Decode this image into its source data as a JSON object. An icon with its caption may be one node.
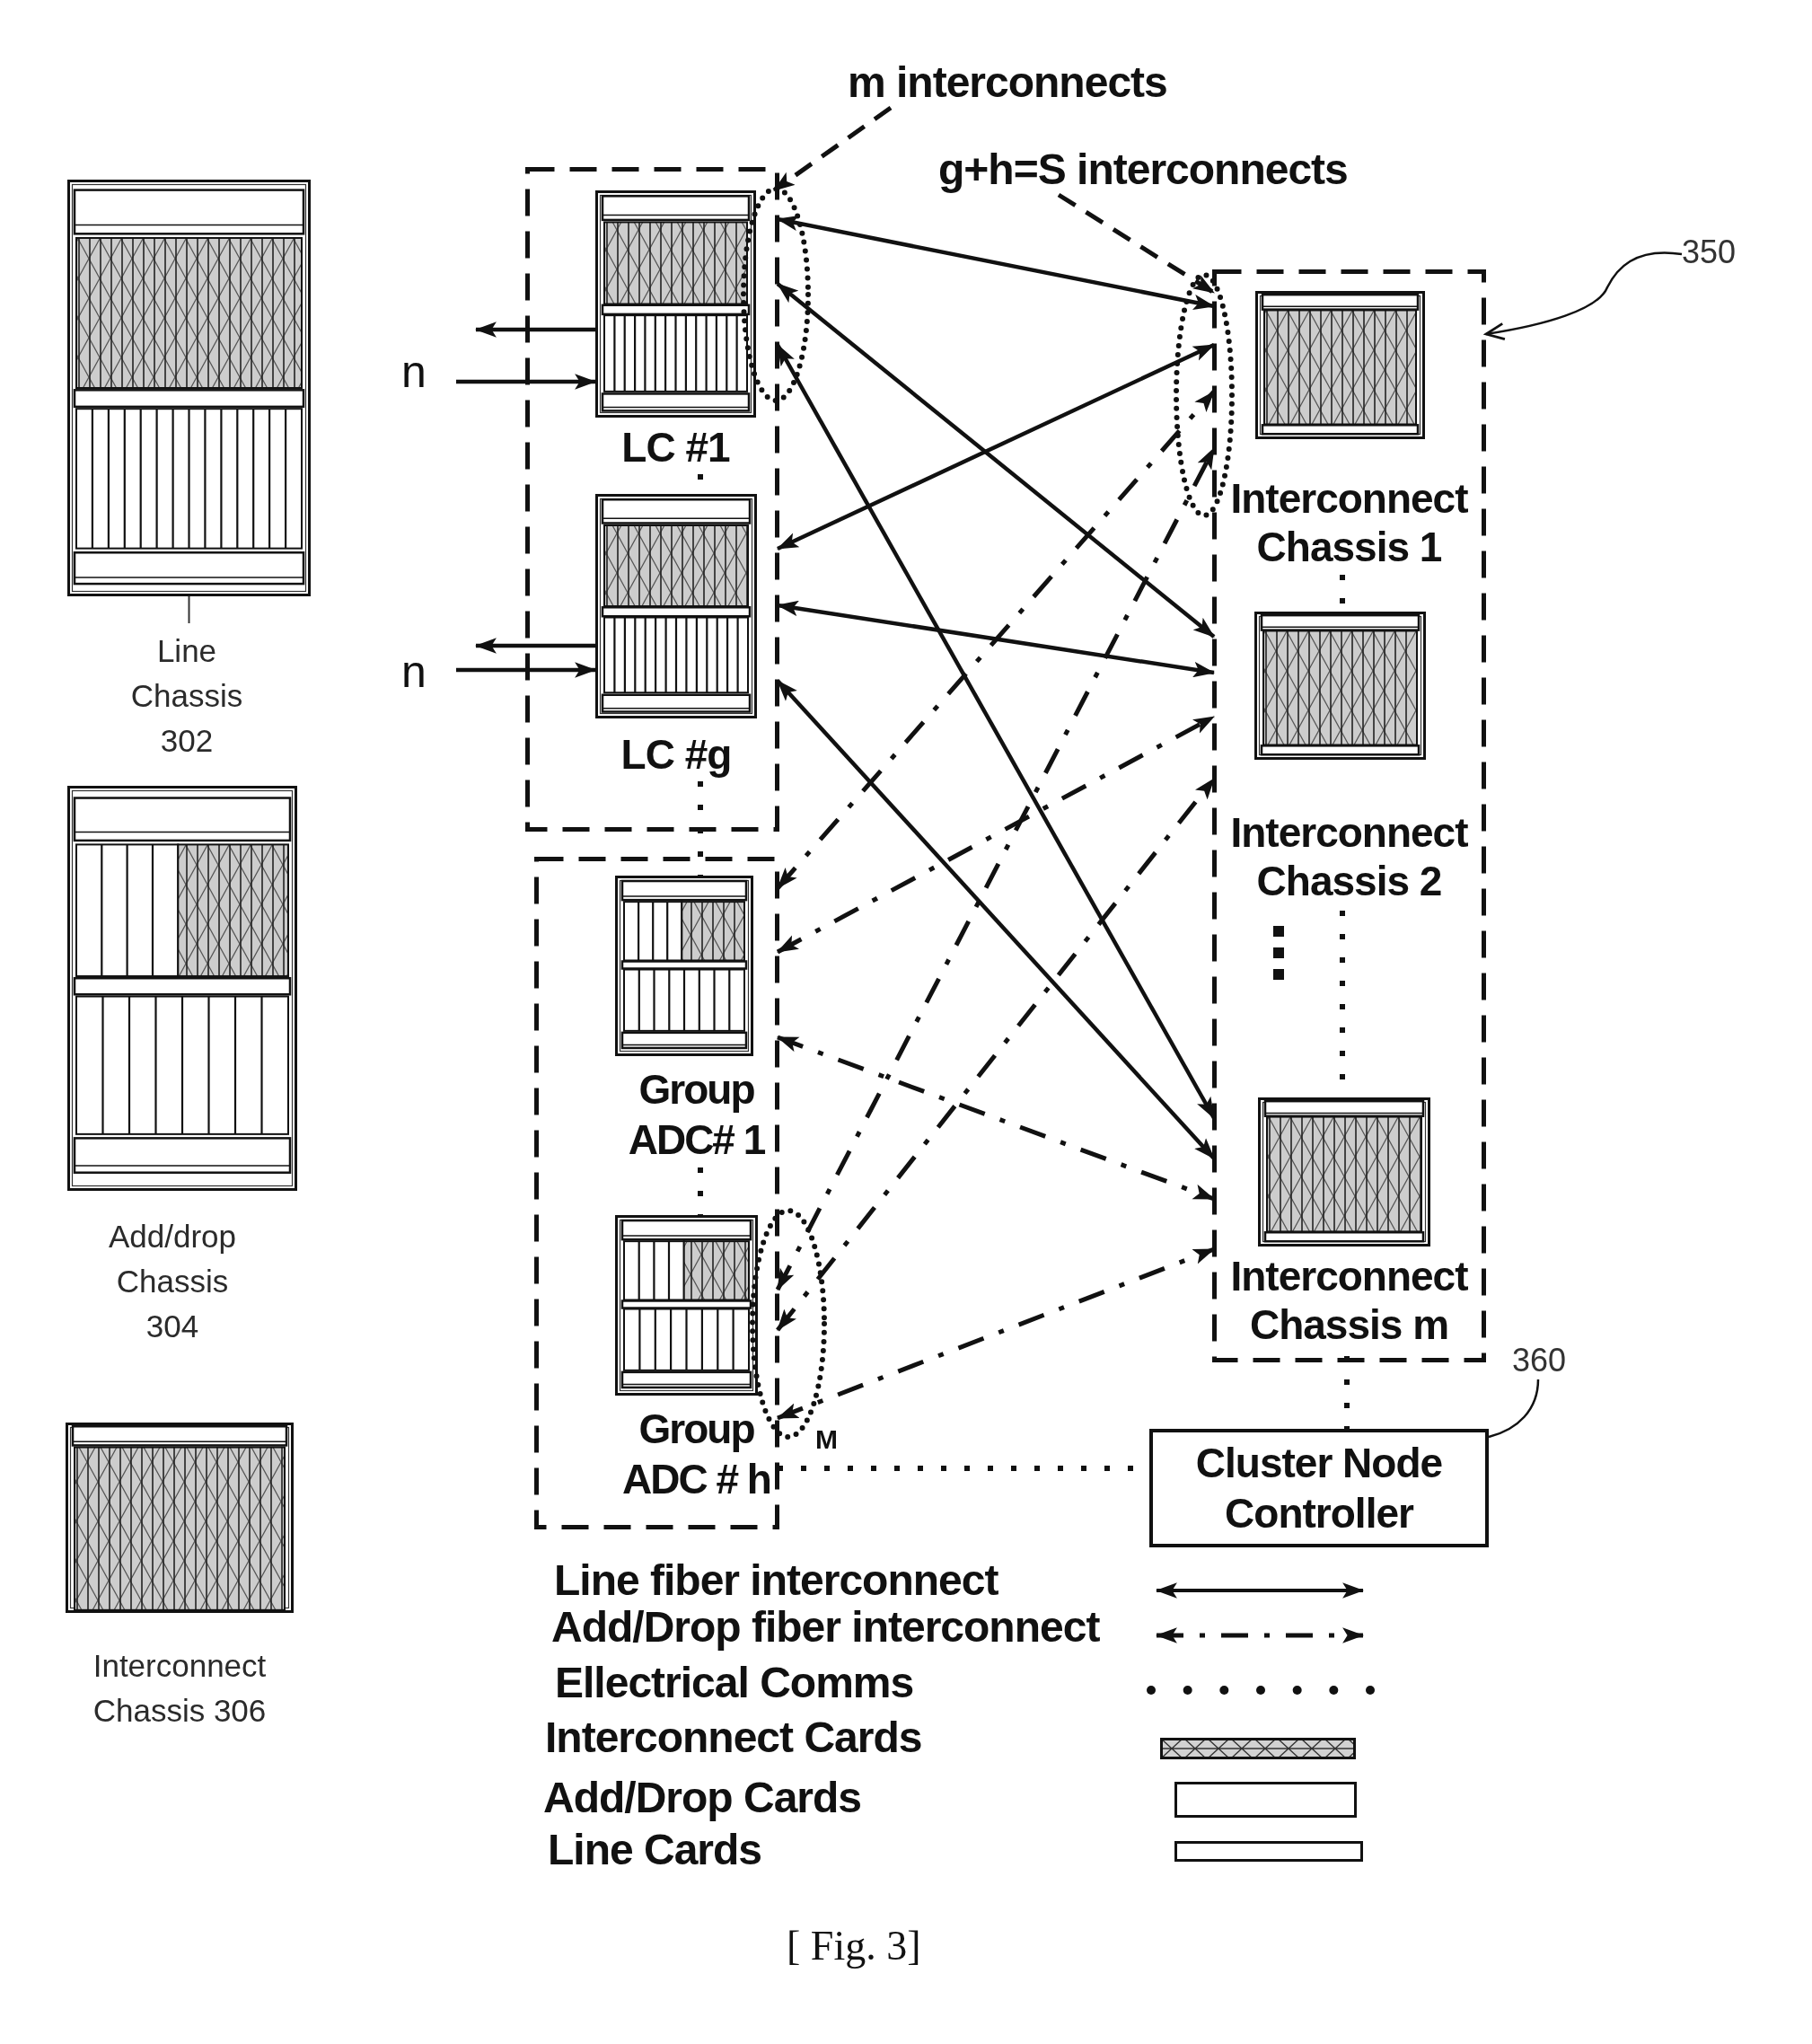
{
  "diagram": {
    "nodes": [
      {
        "text": [
          "Line Chassis 302"
        ]
      },
      {
        "text": [
          "Add/drop Chassis 304"
        ]
      },
      {
        "text": [
          "Interconnect Chassis 306"
        ]
      },
      {
        "text": [
          "m interconnects"
        ]
      },
      {
        "text": [
          "g+h=S interconnects"
        ]
      },
      {
        "text": [
          "350"
        ]
      },
      {
        "text": [],
        "shape": "box"
      },
      {
        "text": [
          "LC #1"
        ],
        "in": 6
      },
      {
        "text": [
          "LC #g"
        ],
        "in": 6
      },
      {
        "text": [],
        "shape": "box"
      },
      {
        "text": [
          "Group ADC# 1"
        ],
        "in": 9
      },
      {
        "text": [
          "Group ADC # h"
        ],
        "in": 9,
        "beside": [
          "M"
        ]
      },
      {
        "text": [],
        "shape": "box"
      },
      {
        "text": [
          "Interconnect Chassis 1"
        ],
        "in": 12
      },
      {
        "text": [
          "Interconnect Chassis 2"
        ],
        "in": 12
      },
      {
        "text": [
          "Interconnect Chassis m"
        ],
        "in": 12
      },
      {
        "text": [
          "360"
        ]
      },
      {
        "text": [
          "Cluster Node Controller"
        ]
      }
    ],
    "edges": [
      {
        "from": 7,
        "to": 13,
        "arrow": "both"
      },
      {
        "from": 7,
        "to": 14,
        "arrow": "both"
      },
      {
        "from": 7,
        "to": 15,
        "arrow": "both"
      },
      {
        "from": 8,
        "to": 13,
        "arrow": "both"
      },
      {
        "from": 8,
        "to": 14,
        "arrow": "both"
      },
      {
        "from": 8,
        "to": 15,
        "arrow": "both"
      },
      {
        "from": 10,
        "to": 13,
        "arrow": "both",
        "style": "dashed"
      },
      {
        "from": 10,
        "to": 14,
        "arrow": "both",
        "style": "dashed"
      },
      {
        "from": 10,
        "to": 15,
        "arrow": "both",
        "style": "dashed"
      },
      {
        "from": 11,
        "to": 13,
        "arrow": "both",
        "style": "dashed"
      },
      {
        "from": 11,
        "to": 14,
        "arrow": "both",
        "style": "dashed"
      },
      {
        "from": 11,
        "to": 15,
        "arrow": "both",
        "style": "dashed"
      },
      {
        "from": 7,
        "to": 8,
        "arrow": "none",
        "style": "dashed"
      },
      {
        "from": 8,
        "to": 10,
        "arrow": "none",
        "style": "dashed"
      },
      {
        "from": 10,
        "to": 11,
        "arrow": "none",
        "style": "dashed"
      },
      {
        "from": 13,
        "to": 14,
        "arrow": "none",
        "style": "dashed"
      },
      {
        "from": 14,
        "to": 15,
        "arrow": "none",
        "style": "dashed"
      },
      {
        "from": 15,
        "to": 17,
        "arrow": "none",
        "style": "dashed"
      },
      {
        "from": 11,
        "to": 17,
        "arrow": "none",
        "style": "dashed"
      },
      {
        "from": 7,
        "to": null,
        "arrow": "to"
      },
      {
        "from": null,
        "to": 7,
        "arrow": "to"
      },
      {
        "from": 8,
        "to": null,
        "arrow": "to"
      },
      {
        "from": null,
        "to": 8,
        "arrow": "to"
      },
      {
        "from": 3,
        "to": 7,
        "arrow": "to",
        "style": "dashed"
      },
      {
        "from": 4,
        "to": 13,
        "arrow": "to",
        "style": "dashed"
      },
      {
        "from": 5,
        "to": 12,
        "arrow": "to"
      },
      {
        "from": 16,
        "to": 17,
        "arrow": "none"
      }
    ],
    "labels": [
      "n",
      "n"
    ],
    "legend": [
      {
        "text": "Line fiber interconnect"
      },
      {
        "text": "Add/Drop fiber interconnect"
      },
      {
        "text": "Ellectrical Comms"
      },
      {
        "text": "Interconnect Cards"
      },
      {
        "text": "Add/Drop Cards"
      },
      {
        "text": "Line Cards"
      }
    ],
    "caption": "[ Fig. 3]"
  }
}
